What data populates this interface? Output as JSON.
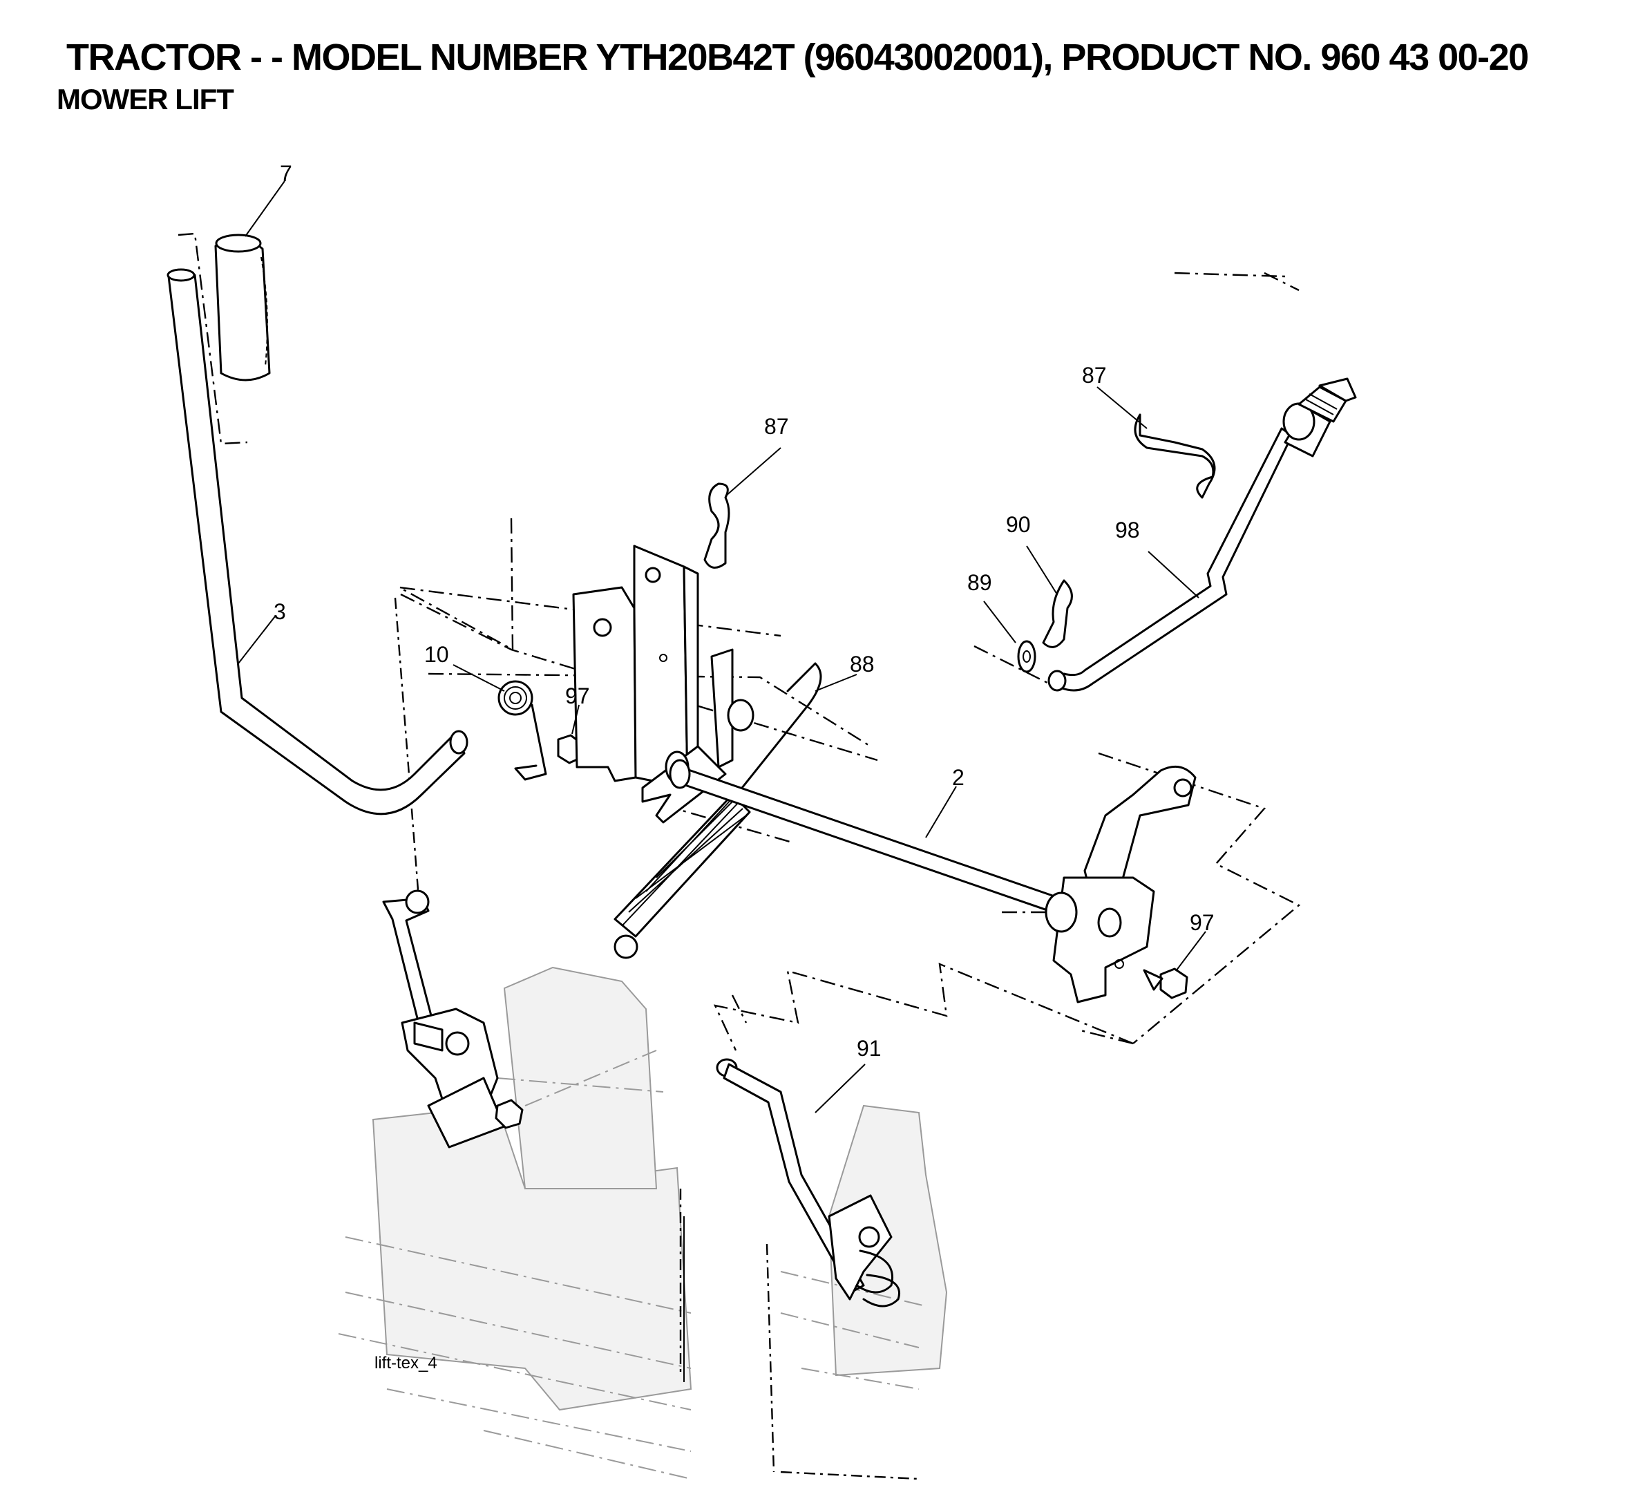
{
  "header": {
    "title": "TRACTOR - - MODEL NUMBER YTH20B42T (96043002001), PRODUCT NO. 960 43 00-20",
    "subtitle": "MOWER LIFT"
  },
  "parts": [
    {
      "id": "grip",
      "number": "7"
    },
    {
      "id": "lift-handle",
      "number": "3"
    },
    {
      "id": "lift-shaft",
      "number": "2"
    },
    {
      "id": "torsion-spring",
      "number": "10"
    },
    {
      "id": "bolt-left",
      "number": "97"
    },
    {
      "id": "bolt-right",
      "number": "97"
    },
    {
      "id": "clip-center",
      "number": "87"
    },
    {
      "id": "clip-right",
      "number": "87"
    },
    {
      "id": "assist-spring",
      "number": "88"
    },
    {
      "id": "washer",
      "number": "89"
    },
    {
      "id": "hairpin",
      "number": "90"
    },
    {
      "id": "adjust-rod",
      "number": "98"
    },
    {
      "id": "link-rod",
      "number": "91"
    }
  ],
  "reference_code": "lift-tex_4"
}
